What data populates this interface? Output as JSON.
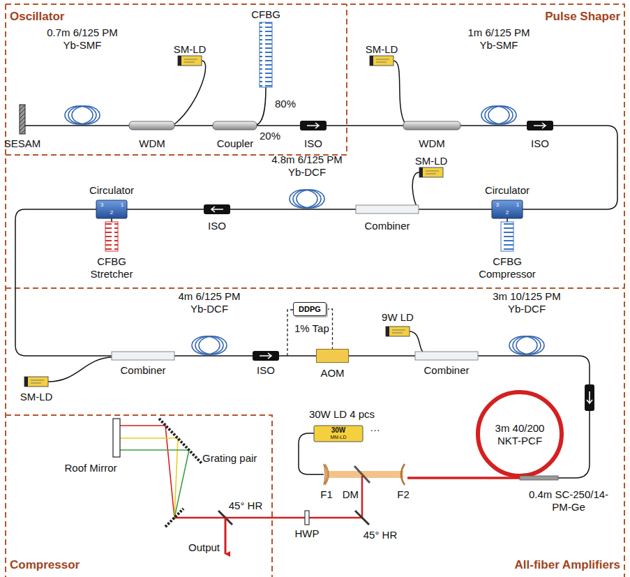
{
  "diagram": {
    "nodes": [
      {
        "text": [
          "DDPG"
        ]
      },
      {
        "text": [
          "AOM"
        ]
      }
    ],
    "edges": [
      {
        "from": 0,
        "to": 1,
        "arrow": "none"
      }
    ],
    "labels": [
      "Oscillator",
      "Pulse Shaper",
      "0.7m 6/125 PM Yb-SMF",
      "SM-LD",
      "CFBG",
      "80%",
      "20%",
      "SESAM",
      "WDM",
      "Coupler",
      "ISO",
      "SM-LD",
      "1m 6/125 PM Yb-SMF",
      "WDM",
      "ISO",
      "4.8m 6/125 PM Yb-DCF",
      "SM-LD",
      "Circulator",
      "Circulator",
      "3",
      "1",
      "2",
      "3",
      "1",
      "2",
      "ISO",
      "Combiner",
      "CFBG Stretcher",
      "CFBG Compressor",
      "4m 6/125 PM Yb-DCF",
      "1% Tap",
      "9W LD",
      "3m 10/125 PM Yb-DCF",
      "Combiner",
      "ISO",
      "Combiner",
      "SM-LD",
      "30W LD 4 pcs",
      "30W",
      "MM-LD",
      "…",
      "3m 40/200 NKT-PCF",
      "0.4m SC-250/14-PM-Ge",
      "F1",
      "DM",
      "F2",
      "Roof Mirror",
      "Grating pair",
      "45° HR",
      "HWP",
      "45° HR",
      "Output",
      "Compressor",
      "All-fiber Amplifiers"
    ]
  }
}
